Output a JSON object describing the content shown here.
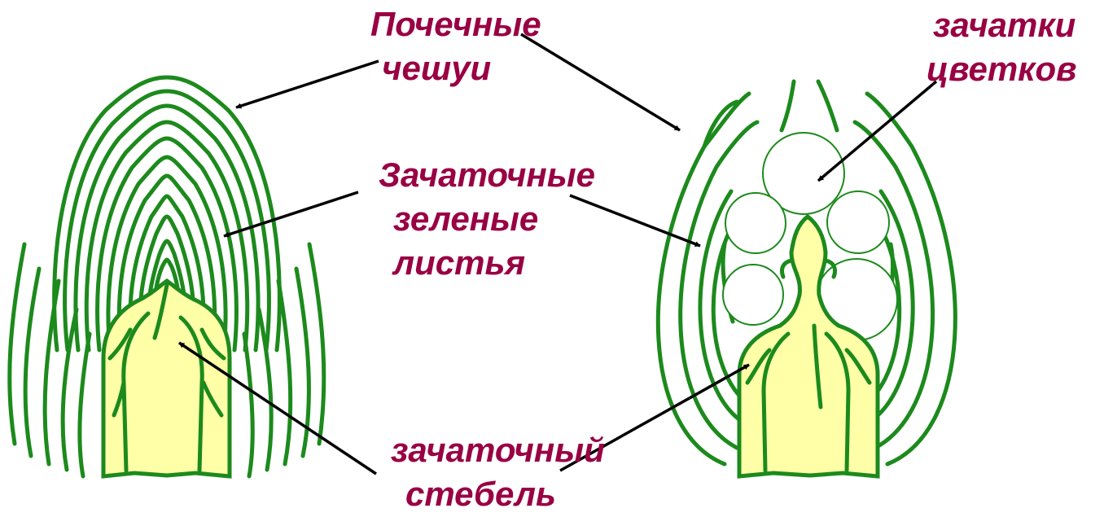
{
  "labels": {
    "bud_scales": [
      "Почечные",
      "чешуи"
    ],
    "flower_rudiments": [
      "зачатки",
      "цветков"
    ],
    "rudimentary_leaves": [
      "Зачаточные",
      "зеленые",
      "листья"
    ],
    "rudimentary_stem": [
      "зачаточный",
      "стебель"
    ]
  },
  "colors": {
    "label_text": "#990044",
    "leaf_green": "#1c8a1c",
    "stem_fill": "#ffffa8",
    "arrow": "#000000",
    "background": "#ffffff"
  }
}
